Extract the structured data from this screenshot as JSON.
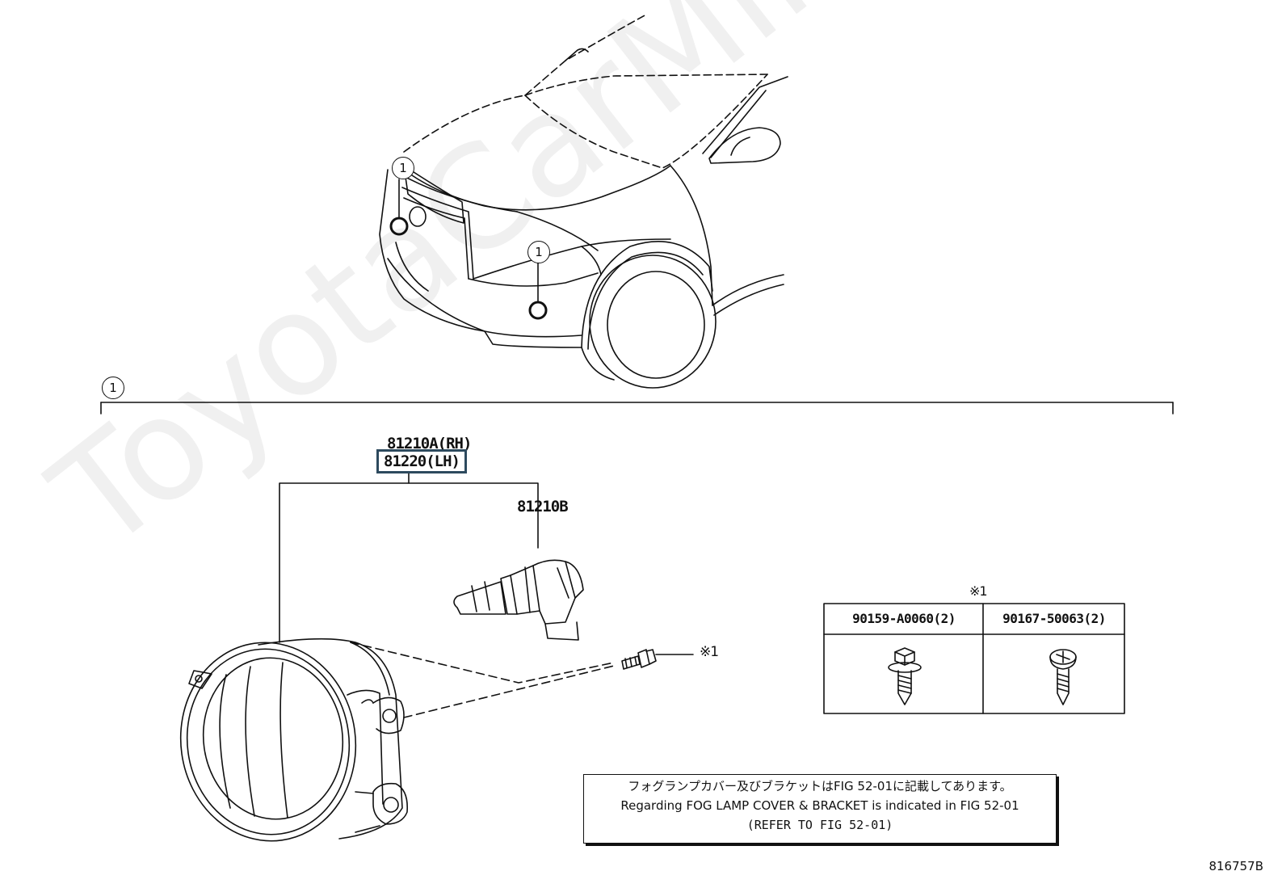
{
  "callouts": {
    "ref_1": "1",
    "asterisk_note": "※1"
  },
  "parts": {
    "fog_lamp_rh": "81210A(RH)",
    "fog_lamp_lh": "81220(LH)",
    "bulb": "81210B"
  },
  "fastener_table": {
    "header_mark": "※1",
    "columns": [
      "90159-A0060(2)",
      "90167-50063(2)"
    ]
  },
  "note": {
    "japanese": "フォグランプカバー及びブラケットはFIG 52-01に記載してあります。",
    "english": "Regarding FOG LAMP COVER & BRACKET is indicated in FIG 52-01",
    "reference": "(REFER TO FIG 52-01)"
  },
  "figure_number": "816757B",
  "watermark": "ToyotaCarMine.ru",
  "colors": {
    "line": "#111111",
    "highlight_border": "#2d4a5e"
  }
}
